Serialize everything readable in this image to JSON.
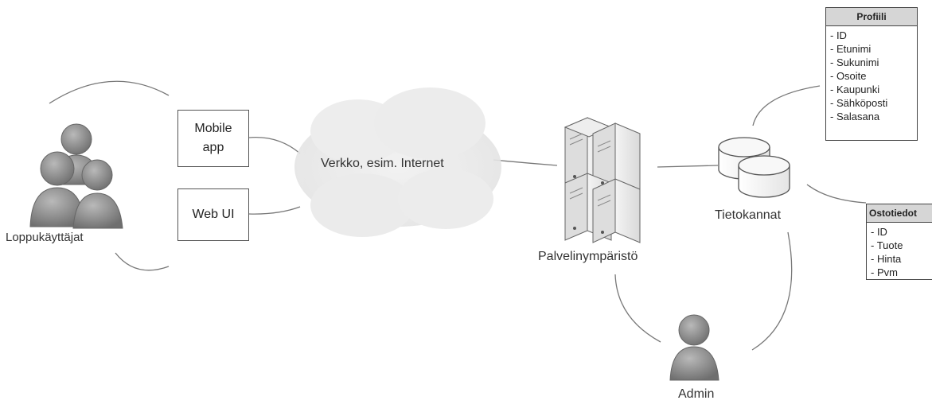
{
  "actors": {
    "end_users": "Loppukäyttäjat",
    "admin": "Admin"
  },
  "clients": {
    "mobile": "Mobile\napp",
    "web": "Web UI"
  },
  "network": "Verkko, esim. Internet",
  "server": "Palvelinympäristö",
  "databases": "Tietokannat",
  "profile_table": {
    "title": "Profiili",
    "fields": [
      "- ID",
      "- Etunimi",
      "- Sukunimi",
      "- Osoite",
      "- Kaupunki",
      "- Sähköposti",
      "- Salasana"
    ]
  },
  "orders_table": {
    "title": "Ostotiedot",
    "fields": [
      "- ID",
      "- Tuote",
      "- Hinta",
      "- Pvm"
    ]
  },
  "icons": [
    "users-group-icon",
    "cloud-icon",
    "server-rack-icon",
    "database-icon",
    "admin-user-icon"
  ]
}
